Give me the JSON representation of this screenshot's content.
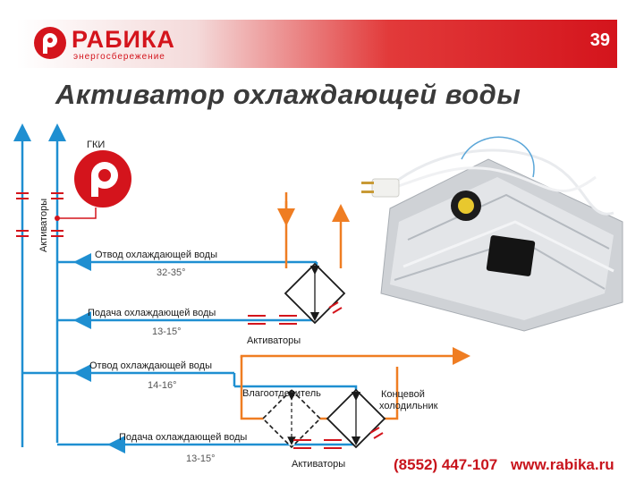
{
  "header": {
    "brand_name": "РАБИКА",
    "brand_tagline": "энергосбережение",
    "page_number": "39"
  },
  "title": "Активатор охлаждающей воды",
  "diagram": {
    "gki_label": "ГКИ",
    "activators_vertical": "Активаторы",
    "group1": {
      "outflow_label": "Отвод охлаждающей воды",
      "outflow_temp": "32-35°",
      "supply_label": "Подача охлаждающей воды",
      "supply_temp": "13-15°",
      "activators_label": "Активаторы"
    },
    "group2": {
      "outflow_label": "Отвод охлаждающей воды",
      "outflow_temp": "14-16°",
      "separator_label": "Влагоотделитель",
      "end_cooler_label_line1": "Концевой",
      "end_cooler_label_line2": "холодильник",
      "supply_label": "Подача охлаждающей воды",
      "supply_temp": "13-15°",
      "activators_label": "Активаторы"
    },
    "colors": {
      "blue": "#1f8fd1",
      "orange": "#ef7d22",
      "red": "#d4141c"
    }
  },
  "footer": {
    "phone": "(8552) 447-107",
    "website": "www.rabika.ru"
  }
}
